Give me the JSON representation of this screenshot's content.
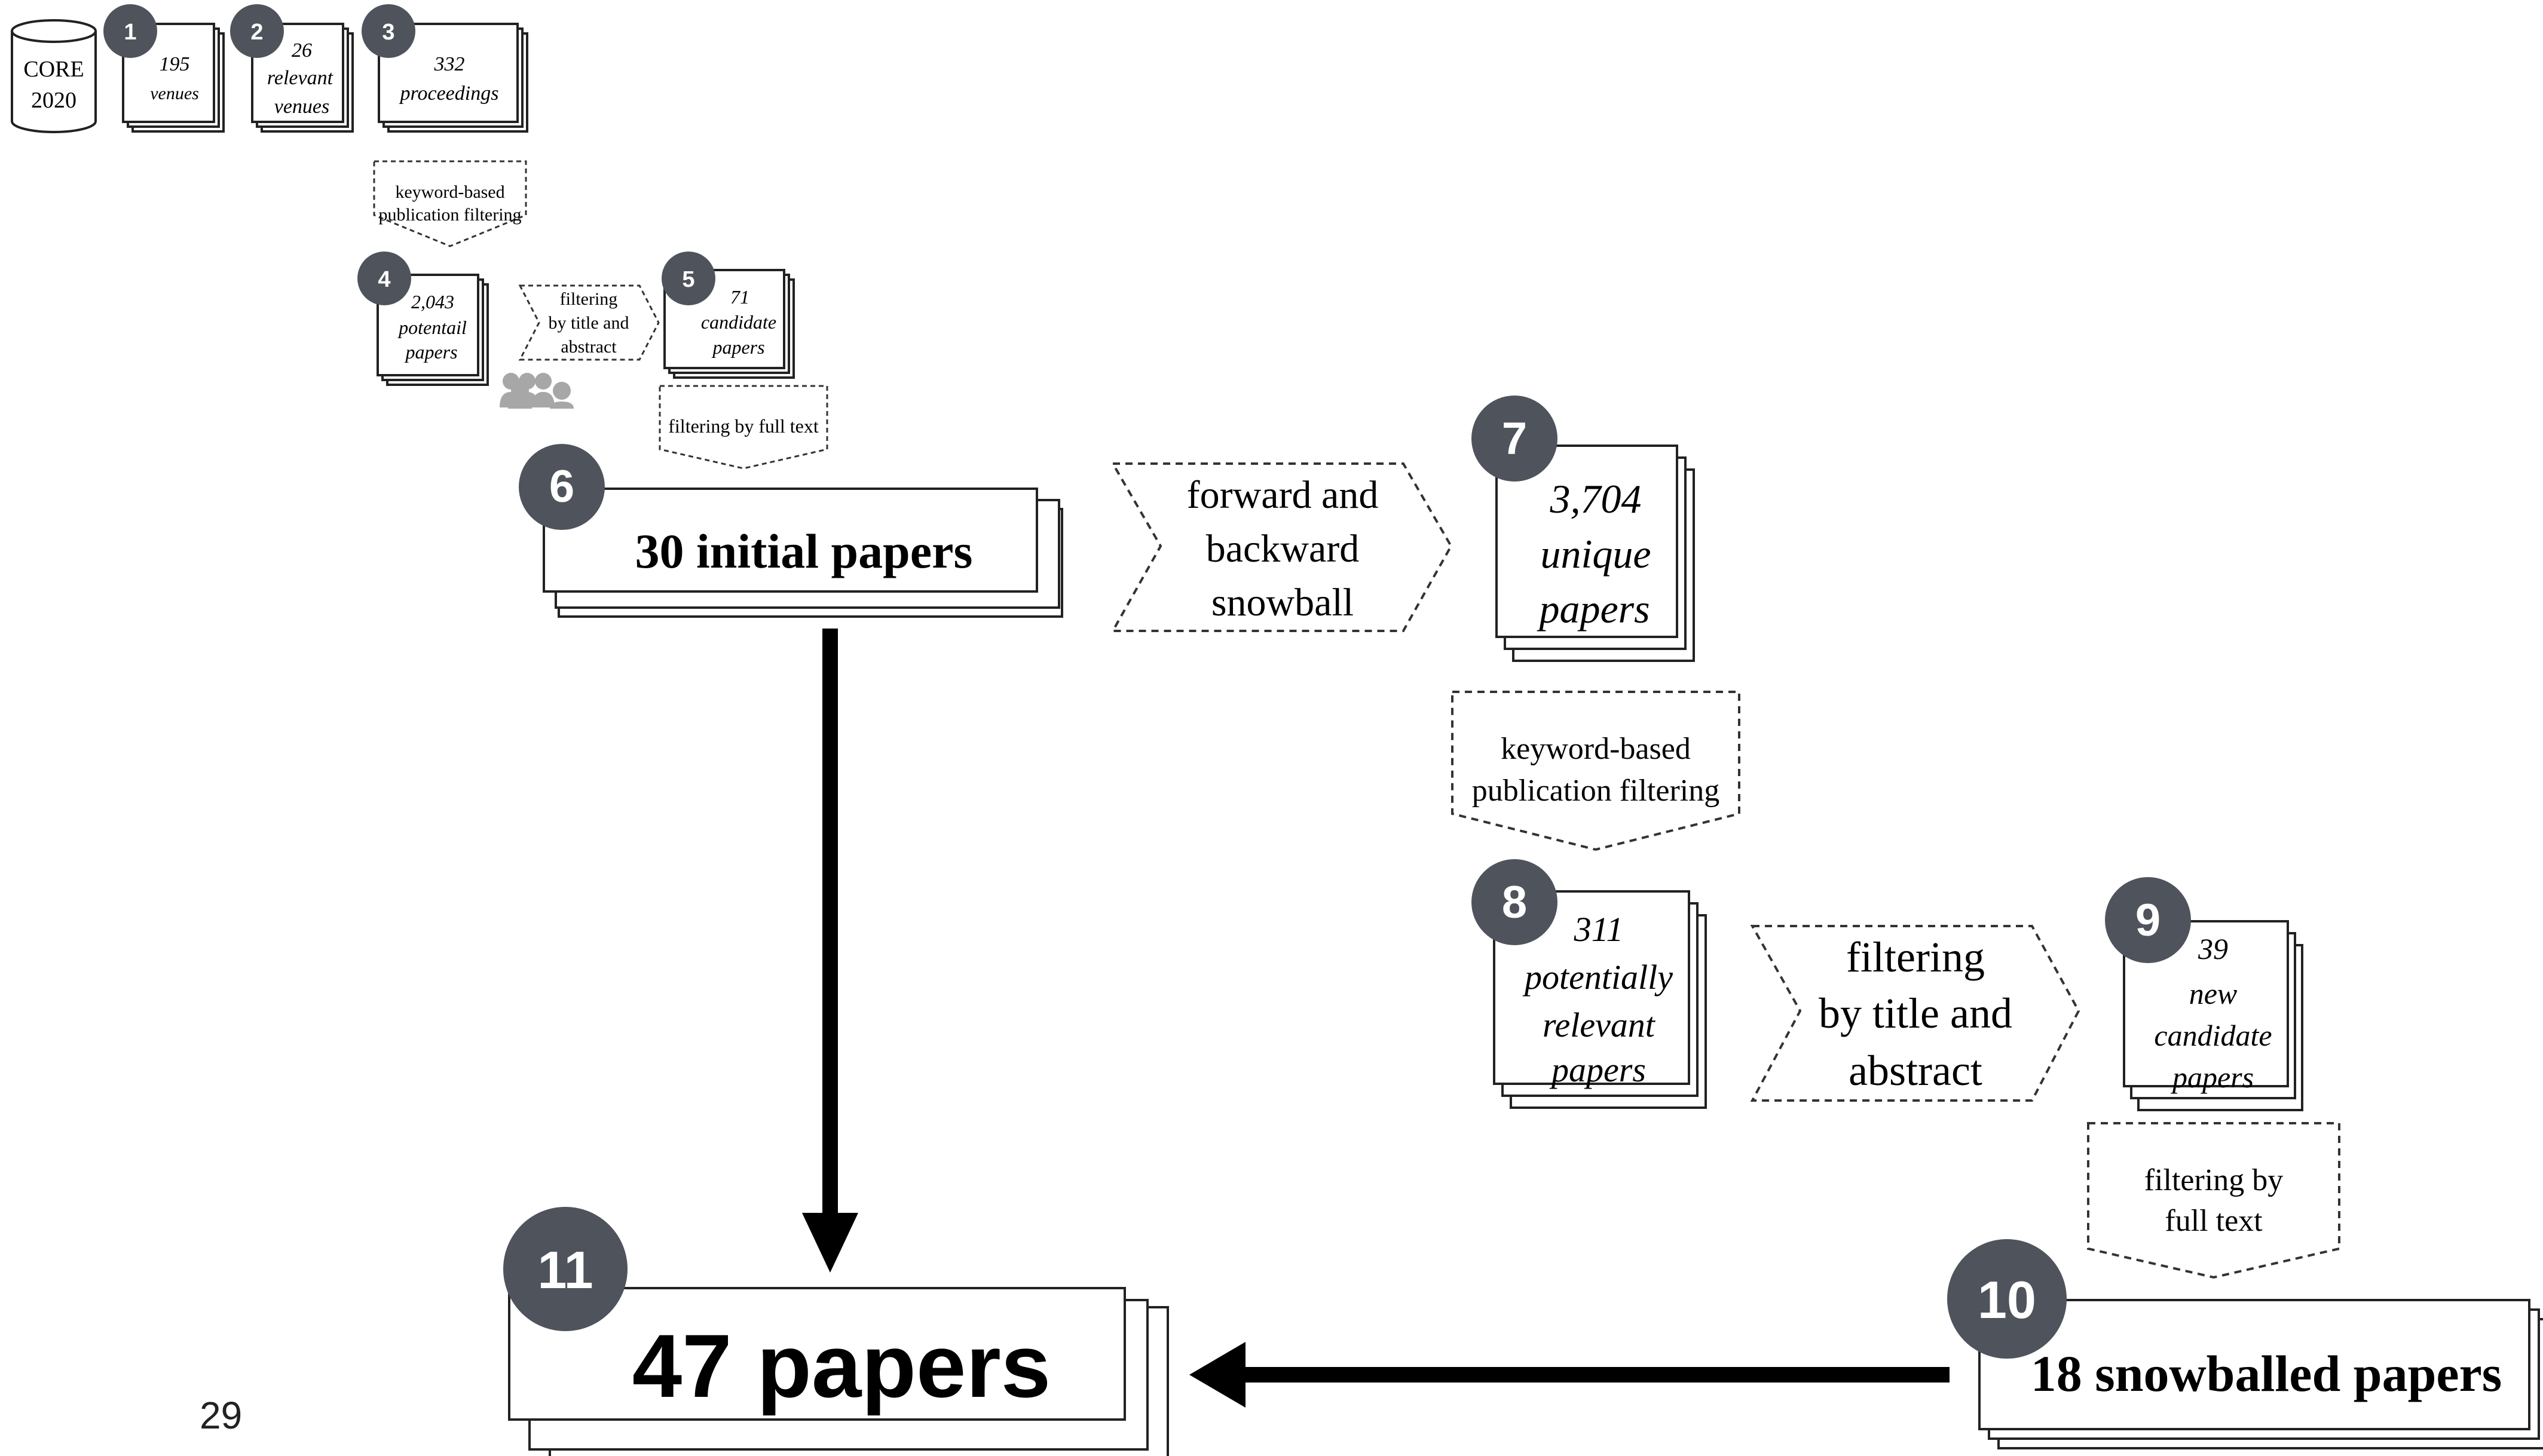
{
  "diagram": {
    "database": {
      "line1": "CORE",
      "line2": "2020"
    },
    "steps": [
      {
        "number": "1",
        "lines": [
          "195",
          "venues"
        ]
      },
      {
        "number": "2",
        "lines": [
          "26",
          "relevant",
          "venues"
        ]
      },
      {
        "number": "3",
        "lines": [
          "332",
          "proceedings"
        ]
      },
      {
        "number": "4",
        "lines": [
          "2,043",
          "potentail",
          "papers"
        ]
      },
      {
        "number": "5",
        "lines": [
          "71",
          "candidate",
          "papers"
        ]
      },
      {
        "number": "6",
        "lines": [
          "30 initial papers"
        ]
      },
      {
        "number": "7",
        "lines": [
          "3,704",
          "unique",
          "papers"
        ]
      },
      {
        "number": "8",
        "lines": [
          "311",
          "potentially",
          "relevant",
          "papers"
        ]
      },
      {
        "number": "9",
        "lines": [
          "39",
          "new",
          "candidate",
          "papers"
        ]
      },
      {
        "number": "10",
        "lines": [
          "18 snowballed papers"
        ]
      },
      {
        "number": "11",
        "lines": [
          "47 papers"
        ]
      }
    ],
    "processes": [
      {
        "id": "p1",
        "lines": [
          "keyword-based",
          "publication filtering"
        ]
      },
      {
        "id": "p2",
        "lines": [
          "filtering",
          "by title and",
          "abstract"
        ]
      },
      {
        "id": "p3",
        "lines": [
          "filtering by full text"
        ]
      },
      {
        "id": "p4",
        "lines": [
          "forward and",
          "backward",
          "snowball"
        ]
      },
      {
        "id": "p5",
        "lines": [
          "keyword-based",
          "publication filtering"
        ]
      },
      {
        "id": "p6",
        "lines": [
          "filtering",
          "by title and",
          "abstract"
        ]
      },
      {
        "id": "p7",
        "lines": [
          "filtering by",
          "full text"
        ]
      }
    ],
    "page_number": "29"
  }
}
